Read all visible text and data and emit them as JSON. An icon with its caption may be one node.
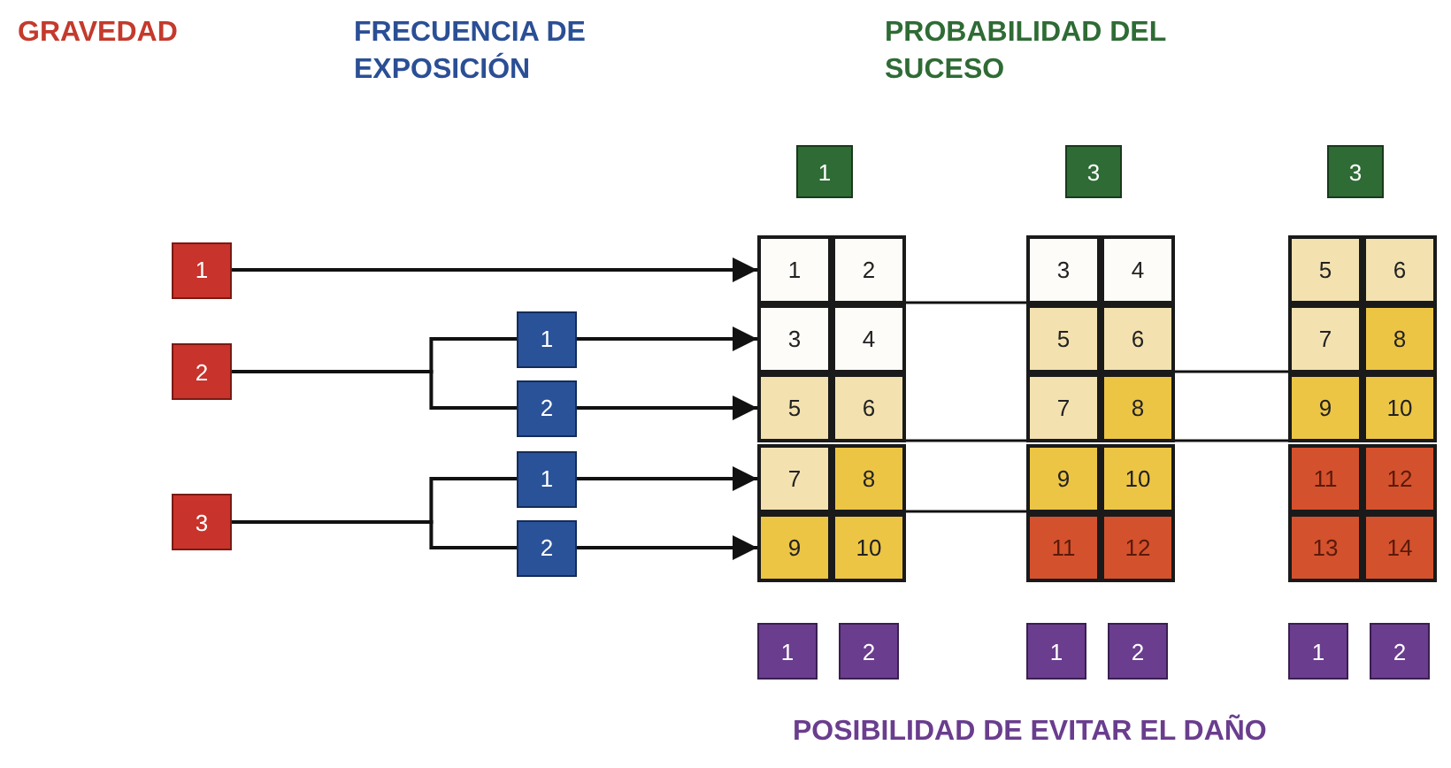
{
  "diagram": {
    "nodes": [
      {
        "text": [
          "1"
        ]
      },
      {
        "text": [
          "2"
        ]
      },
      {
        "text": [
          "3"
        ]
      },
      {
        "text": [
          "1"
        ]
      },
      {
        "text": [
          "2"
        ]
      },
      {
        "text": [
          "1"
        ]
      },
      {
        "text": [
          "2"
        ]
      },
      {
        "text": [
          "1"
        ]
      },
      {
        "text": [
          "3"
        ]
      },
      {
        "text": [
          "3"
        ]
      },
      {
        "text": [
          "1"
        ]
      },
      {
        "text": [
          "2"
        ]
      },
      {
        "text": [
          "3"
        ]
      },
      {
        "text": [
          "4"
        ]
      },
      {
        "text": [
          "5"
        ]
      },
      {
        "text": [
          "6"
        ]
      },
      {
        "text": [
          "7"
        ]
      },
      {
        "text": [
          "8"
        ]
      },
      {
        "text": [
          "9"
        ]
      },
      {
        "text": [
          "10"
        ]
      },
      {
        "text": [
          "3"
        ]
      },
      {
        "text": [
          "4"
        ]
      },
      {
        "text": [
          "5"
        ]
      },
      {
        "text": [
          "6"
        ]
      },
      {
        "text": [
          "7"
        ]
      },
      {
        "text": [
          "8"
        ]
      },
      {
        "text": [
          "9"
        ]
      },
      {
        "text": [
          "10"
        ]
      },
      {
        "text": [
          "11"
        ]
      },
      {
        "text": [
          "12"
        ]
      },
      {
        "text": [
          "5"
        ]
      },
      {
        "text": [
          "6"
        ]
      },
      {
        "text": [
          "7"
        ]
      },
      {
        "text": [
          "8"
        ]
      },
      {
        "text": [
          "9"
        ]
      },
      {
        "text": [
          "10"
        ]
      },
      {
        "text": [
          "11"
        ]
      },
      {
        "text": [
          "12"
        ]
      },
      {
        "text": [
          "13"
        ]
      },
      {
        "text": [
          "14"
        ]
      },
      {
        "text": [
          "1"
        ]
      },
      {
        "text": [
          "2"
        ]
      },
      {
        "text": [
          "1"
        ]
      },
      {
        "text": [
          "2"
        ]
      },
      {
        "text": [
          "1"
        ]
      },
      {
        "text": [
          "2"
        ]
      }
    ],
    "edges": [
      {
        "from": 0,
        "to": 10,
        "arrow": "to"
      },
      {
        "from": 1,
        "to": 3,
        "arrow": "none"
      },
      {
        "from": 1,
        "to": 4,
        "arrow": "none"
      },
      {
        "from": 3,
        "to": 12,
        "arrow": "to"
      },
      {
        "from": 4,
        "to": 14,
        "arrow": "to"
      },
      {
        "from": 2,
        "to": 5,
        "arrow": "none"
      },
      {
        "from": 2,
        "to": 6,
        "arrow": "none"
      },
      {
        "from": 5,
        "to": 16,
        "arrow": "to"
      },
      {
        "from": 6,
        "to": 18,
        "arrow": "to"
      },
      {
        "from": 11,
        "to": 20,
        "arrow": "none"
      },
      {
        "from": 15,
        "to": 24,
        "arrow": "none"
      },
      {
        "from": 17,
        "to": 26,
        "arrow": "none"
      },
      {
        "from": 23,
        "to": 32,
        "arrow": "none"
      },
      {
        "from": 25,
        "to": 34,
        "arrow": "none"
      }
    ],
    "labels": [
      "GRAVEDAD",
      "FRECUENCIA DE EXPOSICIÓN",
      "PROBABILIDAD DEL SUCESO",
      "POSIBILIDAD DE EVITAR EL DAÑO"
    ]
  }
}
